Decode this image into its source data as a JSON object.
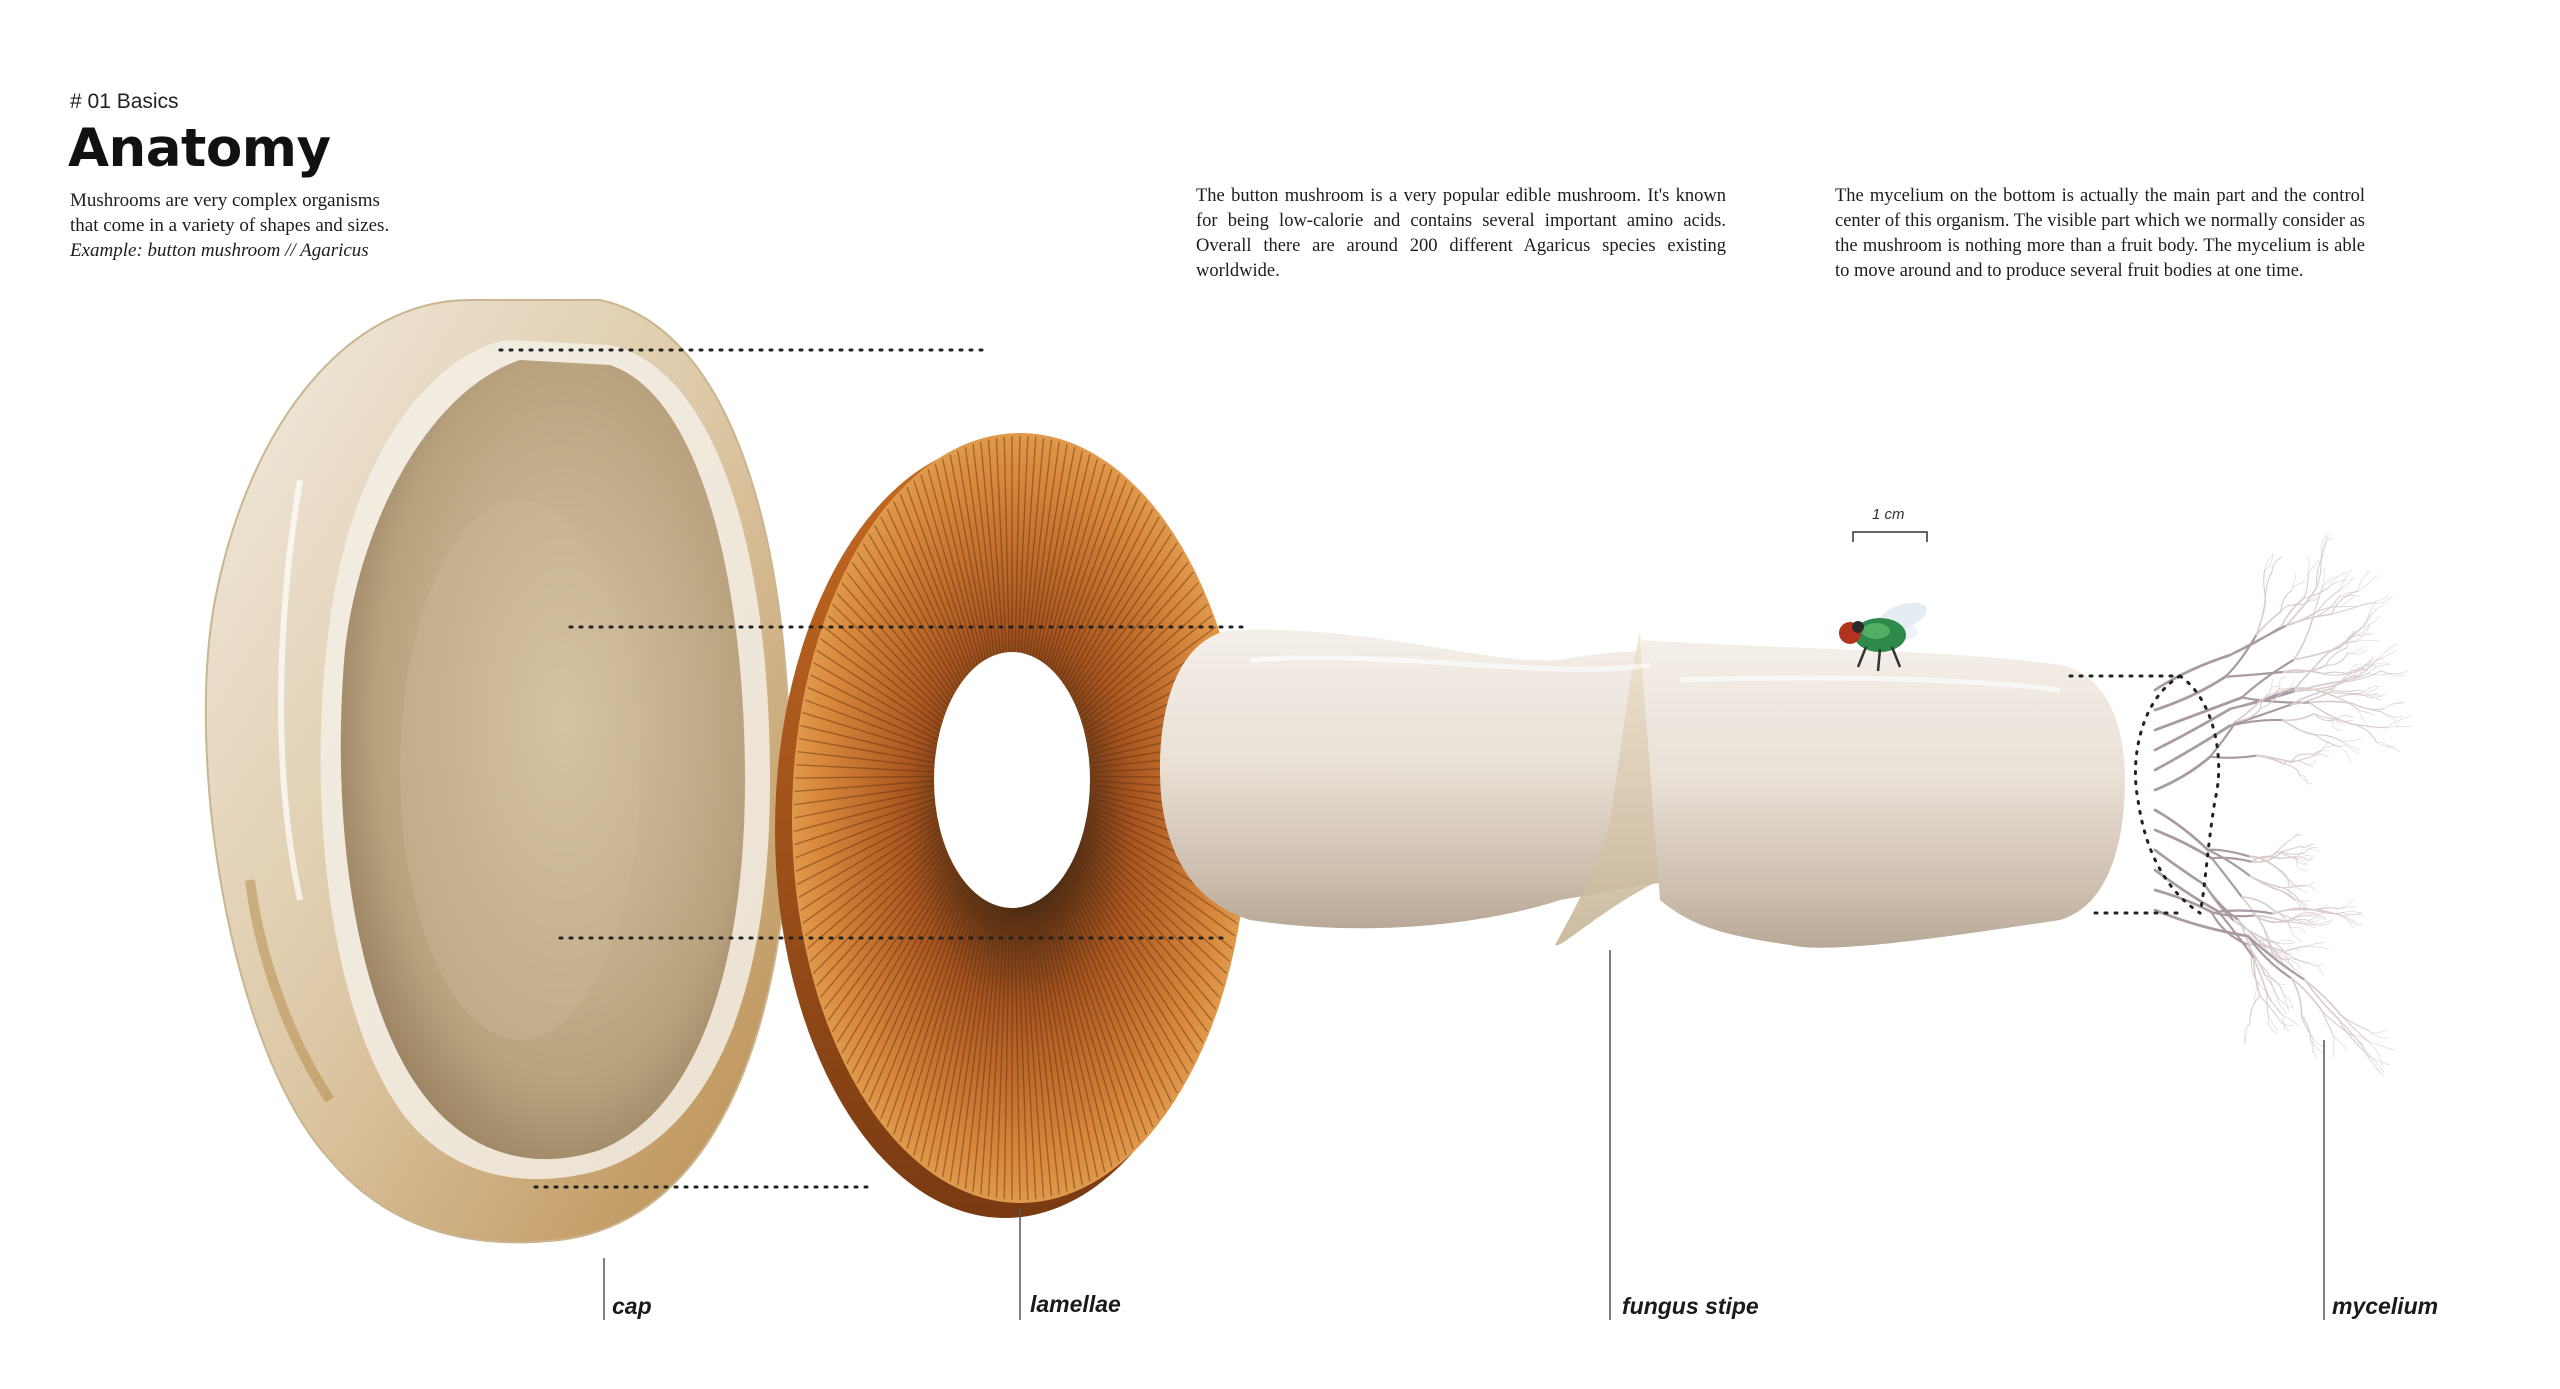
{
  "header": {
    "eyebrow": "# 01 Basics",
    "title": "Anatomy",
    "intro_line1": "Mushrooms are very complex organisms",
    "intro_line2": "that come in a variety of shapes and sizes.",
    "intro_example": "Example: button mushroom // Agaricus"
  },
  "paragraphs": {
    "button_mushroom": "The button mushroom is a very popular edible mushroom. It's known for being low-calorie and contains several important amino acids. Overall there are around 200 different Agaricus species existing worldwide.",
    "mycelium": "The mycelium on the bottom is actually the main part and the control center of this organism. The visible part which we normally consider as the mushroom is nothing more than a fruit body. The mycelium is able to move around and to produce several fruit bodies at one time."
  },
  "scale": {
    "label": "1 cm"
  },
  "labels": {
    "cap": "cap",
    "lamellae": "lamellae",
    "stipe": "fungus stipe",
    "mycelium": "mycelium"
  },
  "colors": {
    "cap_outer": "#e6d4b2",
    "cap_inner": "#bda782",
    "lamellae": "#c9692a",
    "stipe": "#e8dfd4",
    "mycelium": "#cfc2c4",
    "fly_body": "#2e8a4a",
    "fly_eye": "#c0392b"
  },
  "icons": {
    "fly": "fly-icon"
  }
}
